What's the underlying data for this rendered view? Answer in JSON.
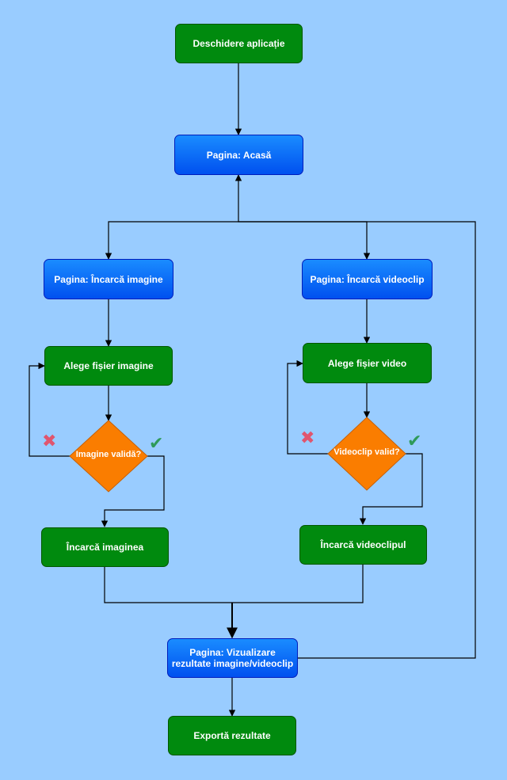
{
  "nodes": {
    "open_app": "Deschidere aplicație",
    "home": "Pagina: Acasă",
    "upload_image_page": "Pagina: Încarcă imagine",
    "upload_video_page": "Pagina: Încarcă videoclip",
    "choose_image_file": "Alege fișier imagine",
    "choose_video_file": "Alege fișier video",
    "image_valid": "Imagine validă?",
    "video_valid": "Videoclip valid?",
    "upload_image": "Încarcă imaginea",
    "upload_video": "Încarcă videoclipul",
    "results_page_line1": "Pagina: Vizualizare",
    "results_page_line2": "rezultate imagine/videoclip",
    "export_results": "Exportă rezultate"
  },
  "marks": {
    "invalid_symbol": "✖",
    "valid_symbol": "✔"
  },
  "colors": {
    "background": "#99ccff",
    "process_green": "#008a0e",
    "page_blue": "#0a6cff",
    "decision_orange": "#fa7d00",
    "invalid_red": "#e0556e",
    "valid_green": "#2e9a5a",
    "connector": "#000000"
  }
}
